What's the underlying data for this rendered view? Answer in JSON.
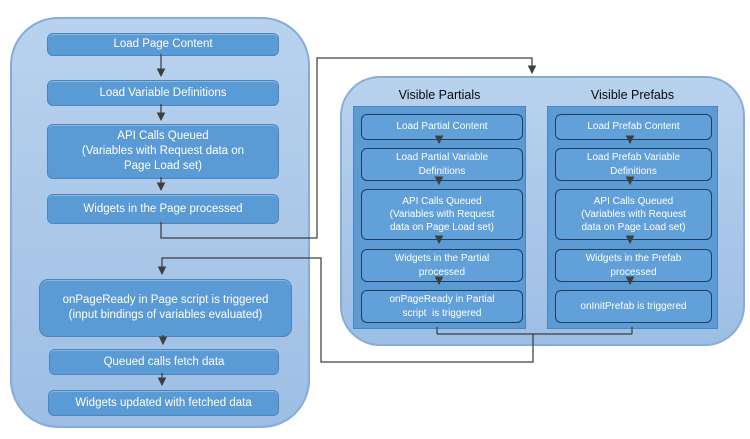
{
  "page_panel": {
    "steps": [
      {
        "label": "Load Page Content"
      },
      {
        "label": "Load Variable Definitions"
      },
      {
        "label": "API Calls Queued\n(Variables with Request data on\nPage Load set)"
      },
      {
        "label": "Widgets in the Page processed"
      },
      {
        "label": "onPageReady in Page script is triggered\n(input bindings of variables evaluated)"
      },
      {
        "label": "Queued calls fetch data"
      },
      {
        "label": "Widgets updated with fetched data"
      }
    ]
  },
  "partials_panel": {
    "title": "Visible Partials",
    "steps": [
      {
        "label": "Load Partial Content"
      },
      {
        "label": "Load Partial Variable\nDefinitions"
      },
      {
        "label": "API Calls Queued\n(Variables with Request\ndata on Page Load set)"
      },
      {
        "label": "Widgets in the Partial\nprocessed"
      },
      {
        "label": "onPageReady in Partial\nscript  is triggered"
      }
    ]
  },
  "prefabs_panel": {
    "title": "Visible Prefabs",
    "steps": [
      {
        "label": "Load Prefab Content"
      },
      {
        "label": "Load Prefab Variable\nDefinitions"
      },
      {
        "label": "API Calls Queued\n(Variables with Request\ndata on Page Load set)"
      },
      {
        "label": "Widgets in the Prefab\nprocessed"
      },
      {
        "label": "onInitPrefab is triggered"
      }
    ]
  },
  "colors": {
    "container_fill_top": "#b9d2ee",
    "container_fill_bottom": "#9dbee4",
    "container_border": "#86acdb",
    "panel_fill": "#5b9ad2",
    "panel_border": "#4d86bf",
    "box_fill": "#5b9bd5",
    "box_border": "#4b84bf",
    "inner_box_fill": "#61a0d9",
    "inner_box_border": "#1e3e63",
    "box_text": "#ffffff",
    "title_text": "#0a0a0a",
    "connector": "#3f3f3f"
  }
}
